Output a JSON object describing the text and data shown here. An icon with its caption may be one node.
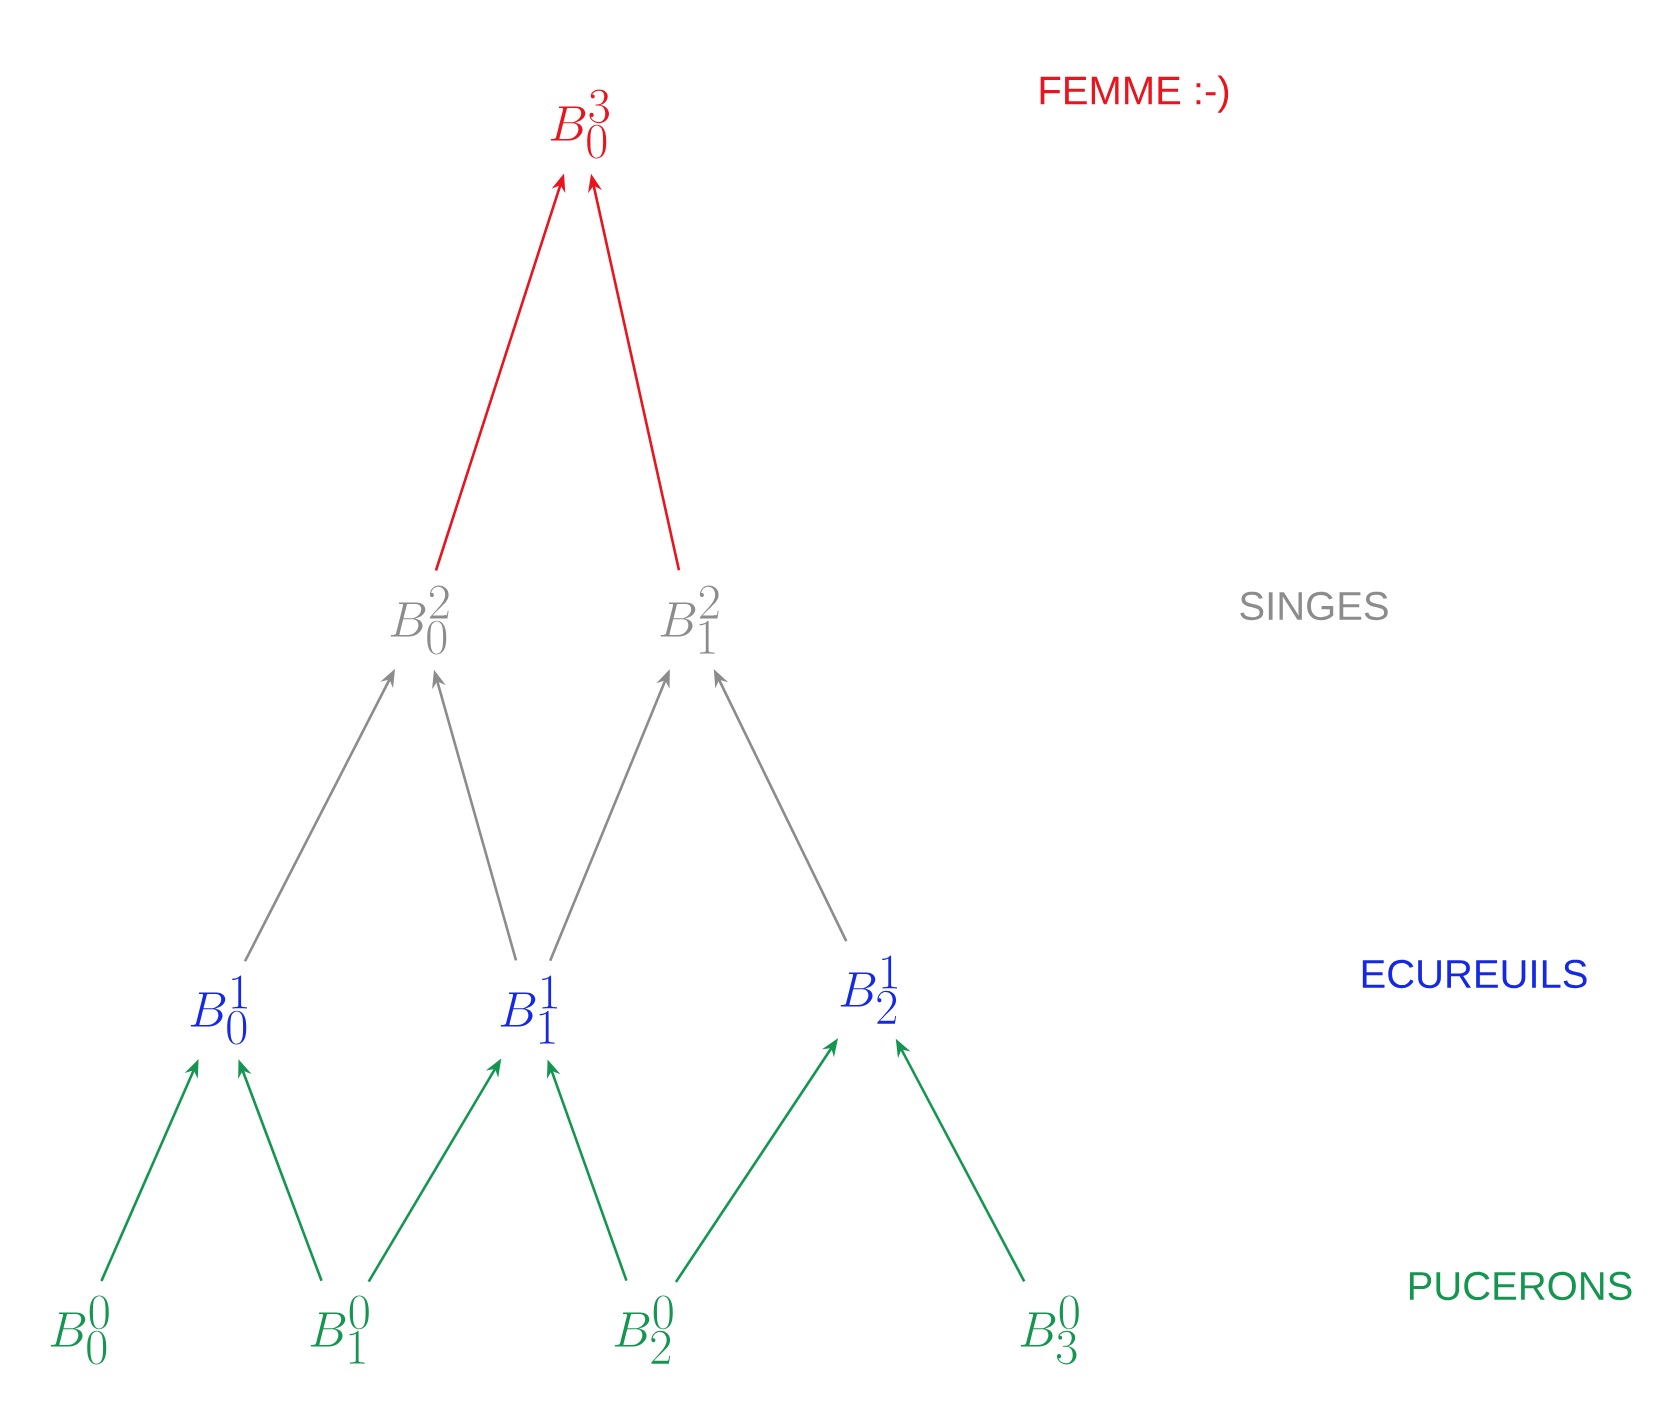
{
  "diagram": {
    "nodes": [
      {
        "text": [
          "B^3_0"
        ]
      },
      {
        "text": [
          "B^2_0"
        ]
      },
      {
        "text": [
          "B^2_1"
        ]
      },
      {
        "text": [
          "B^1_0"
        ]
      },
      {
        "text": [
          "B^1_1"
        ]
      },
      {
        "text": [
          "B^1_2"
        ]
      },
      {
        "text": [
          "B^0_0"
        ]
      },
      {
        "text": [
          "B^0_1"
        ]
      },
      {
        "text": [
          "B^0_2"
        ]
      },
      {
        "text": [
          "B^0_3"
        ]
      }
    ],
    "edges": [
      {
        "from": 6,
        "to": 3,
        "arrow": "to"
      },
      {
        "from": 7,
        "to": 3,
        "arrow": "to"
      },
      {
        "from": 7,
        "to": 4,
        "arrow": "to"
      },
      {
        "from": 8,
        "to": 4,
        "arrow": "to"
      },
      {
        "from": 8,
        "to": 5,
        "arrow": "to"
      },
      {
        "from": 9,
        "to": 5,
        "arrow": "to"
      },
      {
        "from": 3,
        "to": 1,
        "arrow": "to",
        "color": "#8c8c8c"
      },
      {
        "from": 4,
        "to": 1,
        "arrow": "to",
        "color": "#8c8c8c"
      },
      {
        "from": 4,
        "to": 2,
        "arrow": "to",
        "color": "#8c8c8c"
      },
      {
        "from": 5,
        "to": 2,
        "arrow": "to",
        "color": "#8c8c8c"
      },
      {
        "from": 1,
        "to": 0,
        "arrow": "to",
        "color": "#e8141e"
      },
      {
        "from": 2,
        "to": 0,
        "arrow": "to",
        "color": "#e8141e"
      }
    ],
    "labels": [
      "FEMME :-)",
      "SINGES",
      "ECUREUILS",
      "PUCERONS"
    ]
  }
}
